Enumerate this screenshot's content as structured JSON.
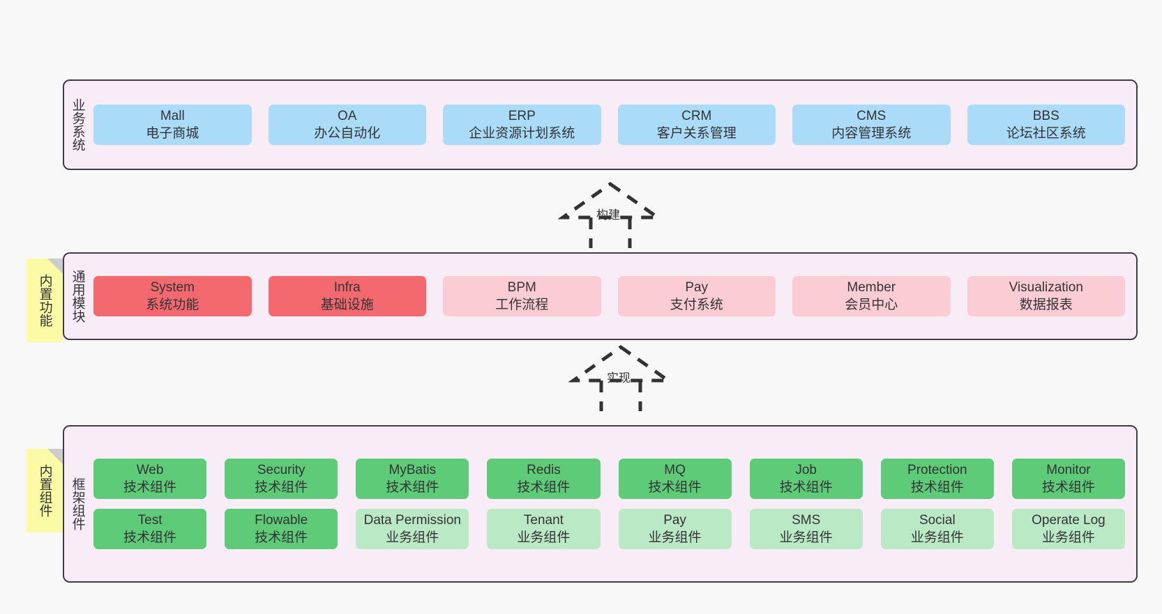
{
  "diagram": {
    "background": "#f8f8f8",
    "layer_bg": "#f8ecf6",
    "layer_border": "#413a47",
    "note_bg": "#fbfaa5",
    "note_fold": "#cccccc"
  },
  "layers": [
    {
      "id": "business-systems",
      "title": "业务系统",
      "note": null,
      "rows": [
        {
          "cards": [
            {
              "en": "Mall",
              "cn": "电子商城",
              "color": "#aadcfa",
              "style": "blue"
            },
            {
              "en": "OA",
              "cn": "办公自动化",
              "color": "#aadcfa",
              "style": "blue"
            },
            {
              "en": "ERP",
              "cn": "企业资源计划系统",
              "color": "#aadcfa",
              "style": "blue"
            },
            {
              "en": "CRM",
              "cn": "客户关系管理",
              "color": "#aadcfa",
              "style": "blue"
            },
            {
              "en": "CMS",
              "cn": "内容管理系统",
              "color": "#aadcfa",
              "style": "blue"
            },
            {
              "en": "BBS",
              "cn": "论坛社区系统",
              "color": "#aadcfa",
              "style": "blue"
            }
          ]
        }
      ]
    },
    {
      "id": "common-modules",
      "title": "通用模块",
      "note": "内置功能",
      "rows": [
        {
          "cards": [
            {
              "en": "System",
              "cn": "系统功能",
              "color": "#f4696f",
              "style": "red"
            },
            {
              "en": "Infra",
              "cn": "基础设施",
              "color": "#f4696f",
              "style": "red"
            },
            {
              "en": "BPM",
              "cn": "工作流程",
              "color": "#fcccd4",
              "style": "pink"
            },
            {
              "en": "Pay",
              "cn": "支付系统",
              "color": "#fcccd4",
              "style": "pink"
            },
            {
              "en": "Member",
              "cn": "会员中心",
              "color": "#fcccd4",
              "style": "pink"
            },
            {
              "en": "Visualization",
              "cn": "数据报表",
              "color": "#fcccd4",
              "style": "pink"
            }
          ]
        }
      ]
    },
    {
      "id": "framework-components",
      "title": "框架组件",
      "note": "内置组件",
      "rows": [
        {
          "cards": [
            {
              "en": "Web",
              "cn": "技术组件",
              "color": "#5ecb79",
              "style": "green"
            },
            {
              "en": "Security",
              "cn": "技术组件",
              "color": "#5ecb79",
              "style": "green"
            },
            {
              "en": "MyBatis",
              "cn": "技术组件",
              "color": "#5ecb79",
              "style": "green"
            },
            {
              "en": "Redis",
              "cn": "技术组件",
              "color": "#5ecb79",
              "style": "green"
            },
            {
              "en": "MQ",
              "cn": "技术组件",
              "color": "#5ecb79",
              "style": "green"
            },
            {
              "en": "Job",
              "cn": "技术组件",
              "color": "#5ecb79",
              "style": "green"
            },
            {
              "en": "Protection",
              "cn": "技术组件",
              "color": "#5ecb79",
              "style": "green"
            },
            {
              "en": "Monitor",
              "cn": "技术组件",
              "color": "#5ecb79",
              "style": "green"
            }
          ]
        },
        {
          "cards": [
            {
              "en": "Test",
              "cn": "技术组件",
              "color": "#5ecb79",
              "style": "green"
            },
            {
              "en": "Flowable",
              "cn": "技术组件",
              "color": "#5ecb79",
              "style": "green"
            },
            {
              "en": "Data Permission",
              "cn": "业务组件",
              "color": "#bae9c6",
              "style": "green-light"
            },
            {
              "en": "Tenant",
              "cn": "业务组件",
              "color": "#bae9c6",
              "style": "green-light"
            },
            {
              "en": "Pay",
              "cn": "业务组件",
              "color": "#bae9c6",
              "style": "green-light"
            },
            {
              "en": "SMS",
              "cn": "业务组件",
              "color": "#bae9c6",
              "style": "green-light"
            },
            {
              "en": "Social",
              "cn": "业务组件",
              "color": "#bae9c6",
              "style": "green-light"
            },
            {
              "en": "Operate Log",
              "cn": "业务组件",
              "color": "#bae9c6",
              "style": "green-light"
            }
          ]
        }
      ]
    }
  ],
  "connectors": [
    {
      "id": "build",
      "label": "构建",
      "style": "dashed-hollow-triangle"
    },
    {
      "id": "realize",
      "label": "实现",
      "style": "dashed-hollow-triangle"
    }
  ]
}
